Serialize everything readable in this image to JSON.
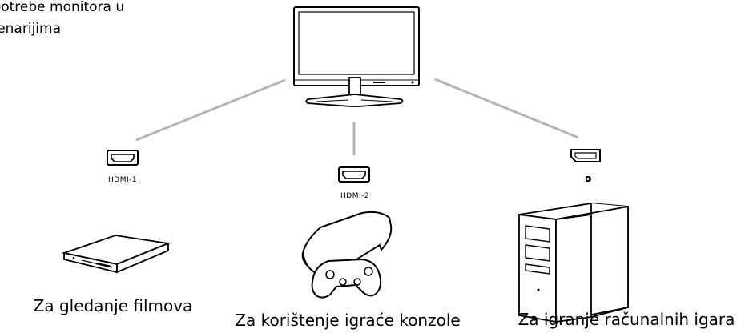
{
  "title_lines": [
    "Upotrebe monitora u",
    "scenarijima"
  ],
  "ports": [
    {
      "label": "HDMI-1",
      "type": "hdmi"
    },
    {
      "label": "HDMI-2",
      "type": "hdmi"
    },
    {
      "label": "",
      "type": "displayport"
    }
  ],
  "captions": [
    "Za gledanje filmova",
    "Za korištenje igraće konzole",
    "Za igranje računalnih igara"
  ],
  "colors": {
    "line": "#b5b5b5",
    "stroke": "#000000"
  },
  "icons": [
    "monitor-icon",
    "hdmi-port-icon",
    "displayport-icon",
    "displayport-symbol-icon",
    "blu-ray-player-icon",
    "game-console-icon",
    "desktop-pc-icon"
  ]
}
